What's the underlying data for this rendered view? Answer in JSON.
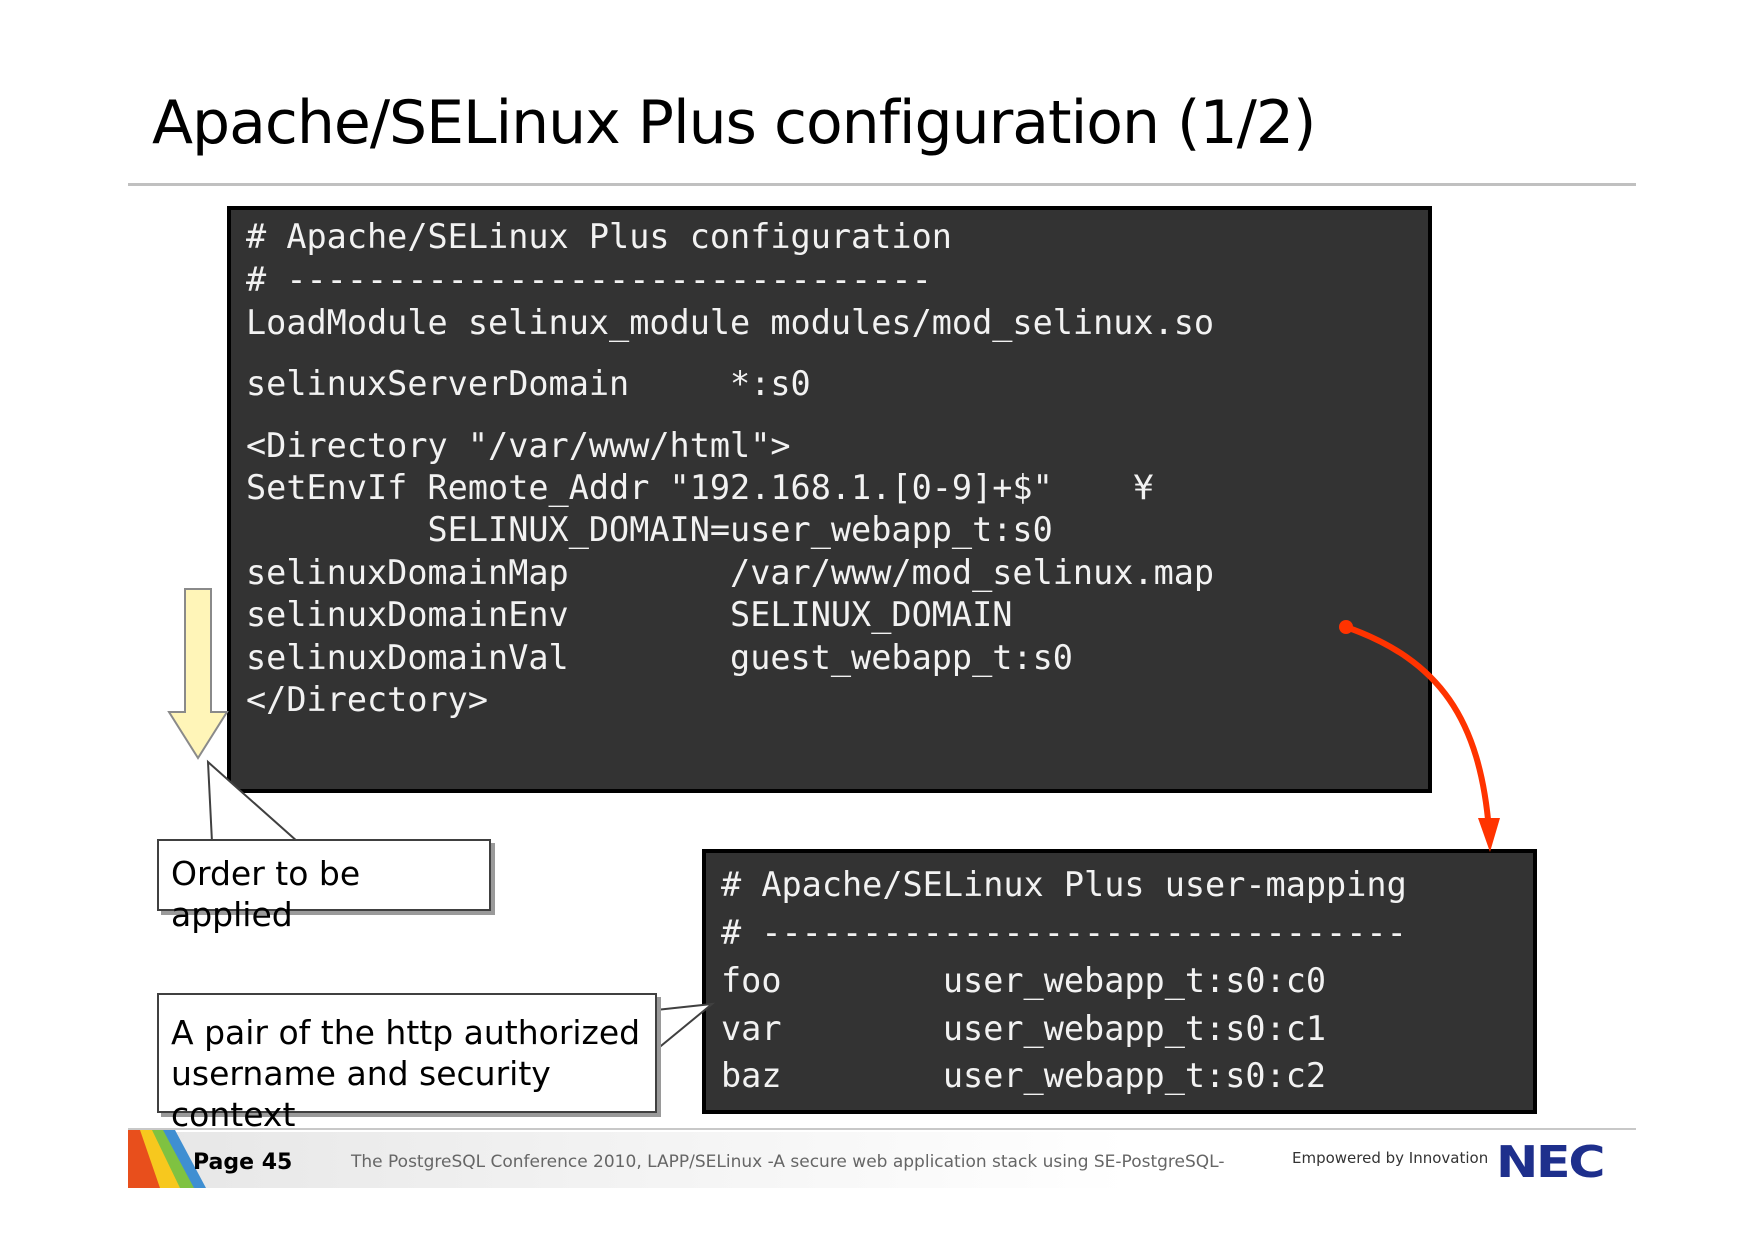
{
  "slide": {
    "title": "Apache/SELinux Plus configuration (1/2)"
  },
  "config_block": {
    "lines": [
      "# Apache/SELinux Plus configuration",
      "# --------------------------------",
      "LoadModule selinux_module modules/mod_selinux.so",
      "selinuxServerDomain     *:s0",
      "<Directory \"/var/www/html\">",
      "SetEnvIf Remote_Addr \"192.168.1.[0-9]+$\"    ¥",
      "         SELINUX_DOMAIN=user_webapp_t:s0",
      "selinuxDomainMap        /var/www/mod_selinux.map",
      "selinuxDomainEnv        SELINUX_DOMAIN",
      "selinuxDomainVal        guest_webapp_t:s0",
      "</Directory>"
    ]
  },
  "mapping_block": {
    "lines": [
      "# Apache/SELinux Plus user-mapping",
      "# --------------------------------",
      "foo        user_webapp_t:s0:c0",
      "var        user_webapp_t:s0:c1",
      "baz        user_webapp_t:s0:c2"
    ]
  },
  "callouts": {
    "order": "Order to be applied",
    "pair_line1": "A pair of the http authorized",
    "pair_line2": "username and security context"
  },
  "footer": {
    "page": "Page 45",
    "conference": "The PostgreSQL Conference 2010, LAPP/SELinux -A secure web application stack using SE-PostgreSQL-",
    "slogan": "Empowered by Innovation",
    "logo": "NEC"
  },
  "colors": {
    "code_background": "#333333",
    "code_text": "#f2f2f2",
    "arrow_red": "#ff3300",
    "order_arrow_fill": "#fff5b8",
    "logo_blue": "#1e2f8c"
  }
}
